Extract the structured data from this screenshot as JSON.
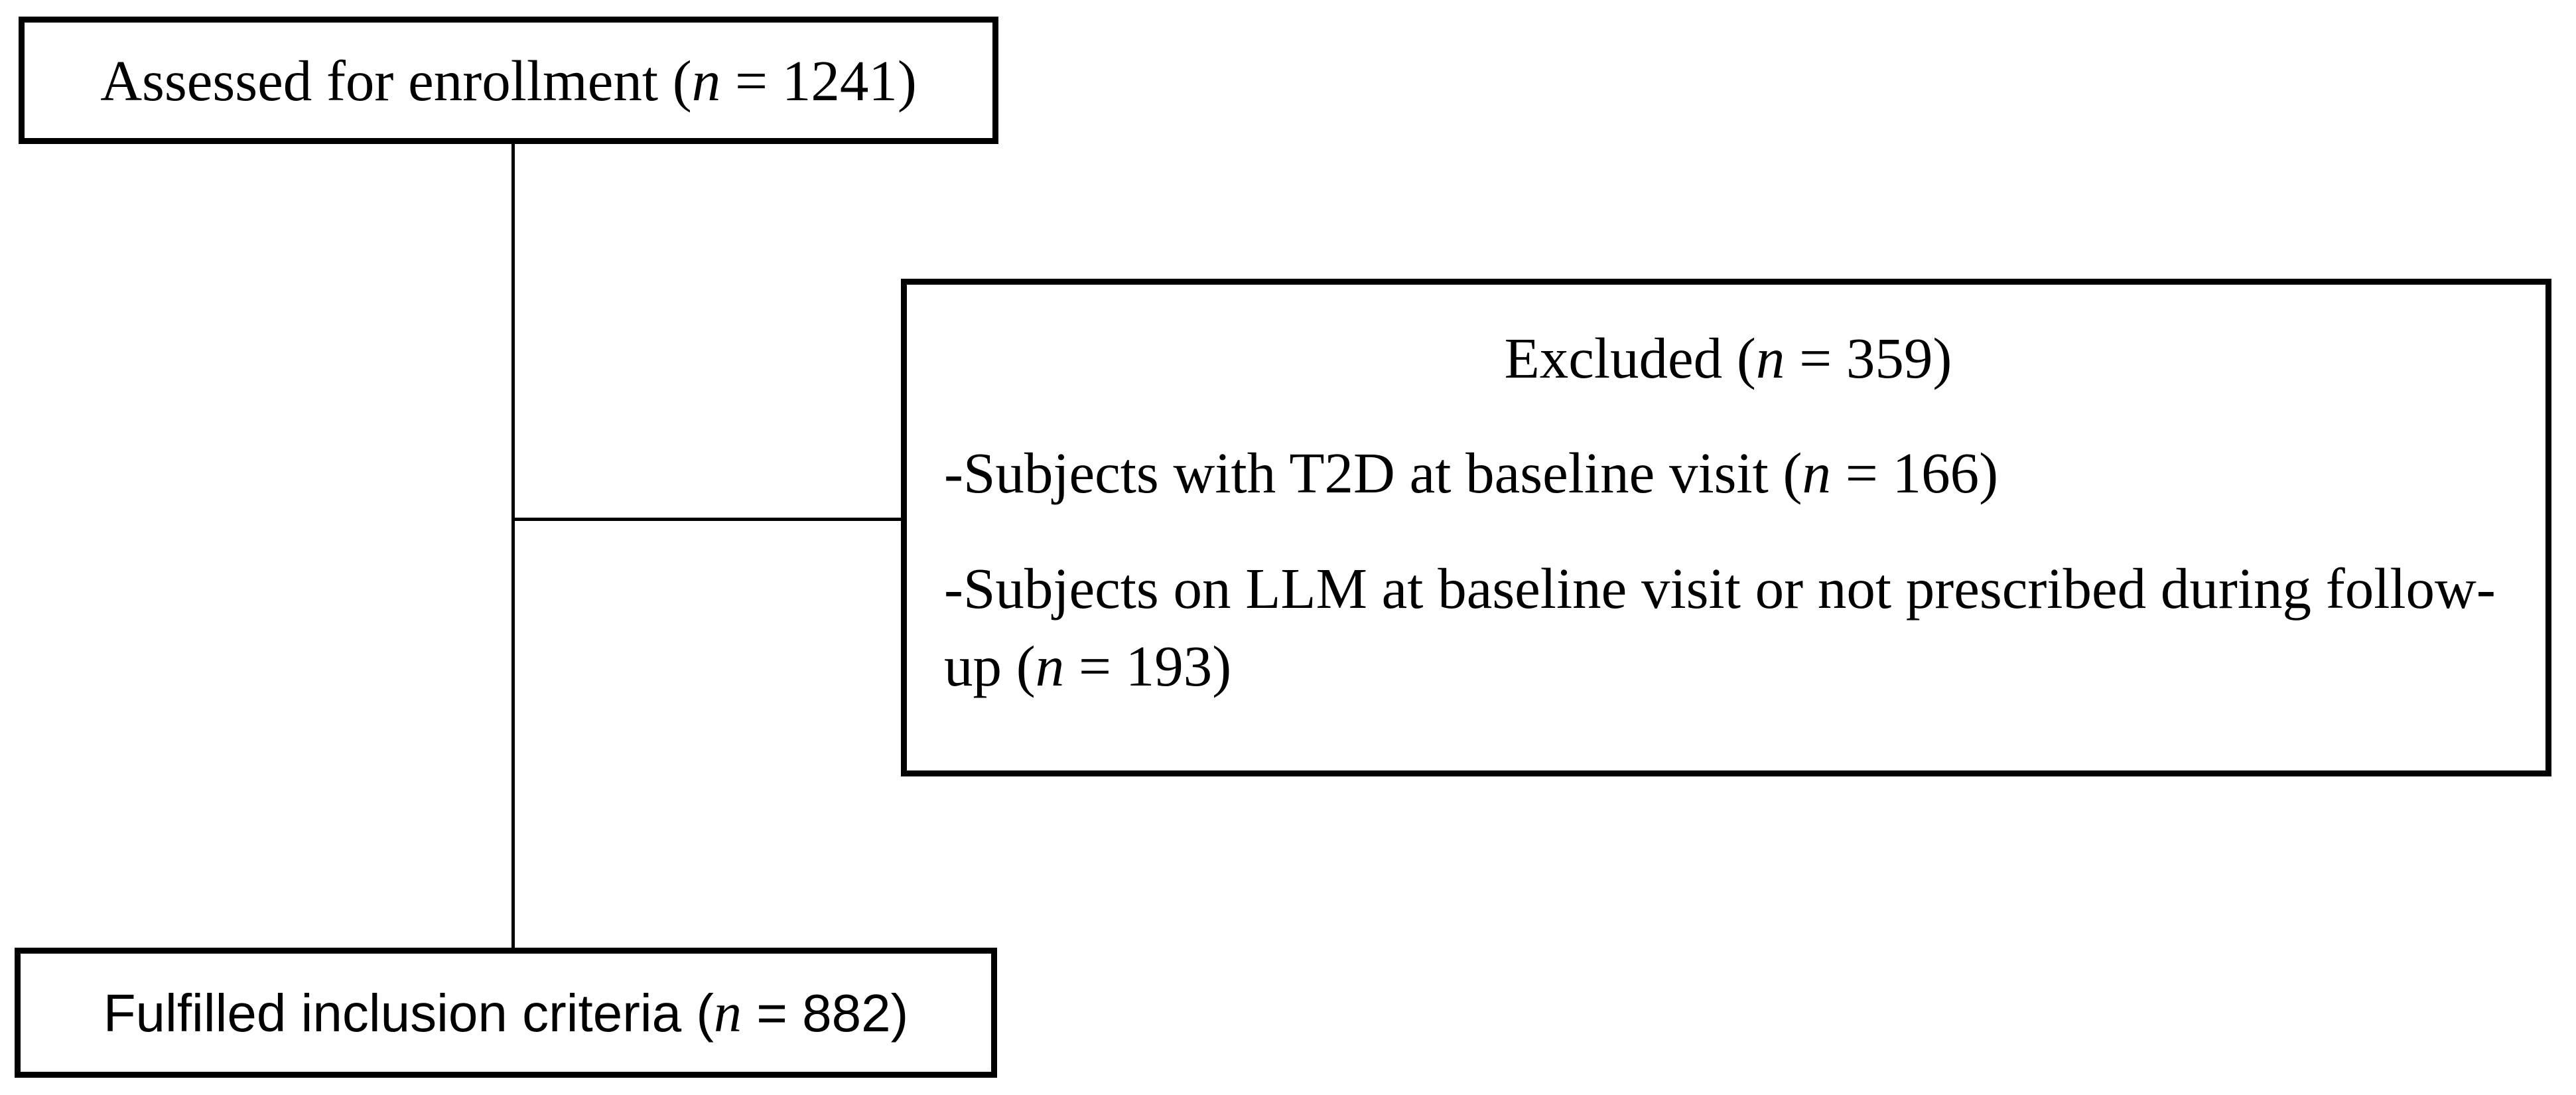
{
  "colors": {
    "background": "#ffffff",
    "box_border": "#000000",
    "text": "#000000",
    "connector_line": "#000000"
  },
  "flowchart": {
    "assessed_box": {
      "text_prefix": "Assessed for enrollment (",
      "variable": "n",
      "text_suffix": " = 1241)"
    },
    "excluded_box": {
      "title_prefix": "Excluded (",
      "title_variable": "n",
      "title_suffix": " = 359)",
      "items": [
        {
          "prefix": "-Subjects with T2D at baseline visit (",
          "variable": "n",
          "suffix": " = 166)"
        },
        {
          "prefix": "-Subjects on LLM at baseline visit or not prescribed during follow-up (",
          "variable": "n",
          "suffix": " = 193)"
        }
      ]
    },
    "fulfilled_box": {
      "text_prefix": "Fulfilled inclusion criteria (",
      "variable": "n",
      "text_suffix": " = 882)"
    }
  }
}
